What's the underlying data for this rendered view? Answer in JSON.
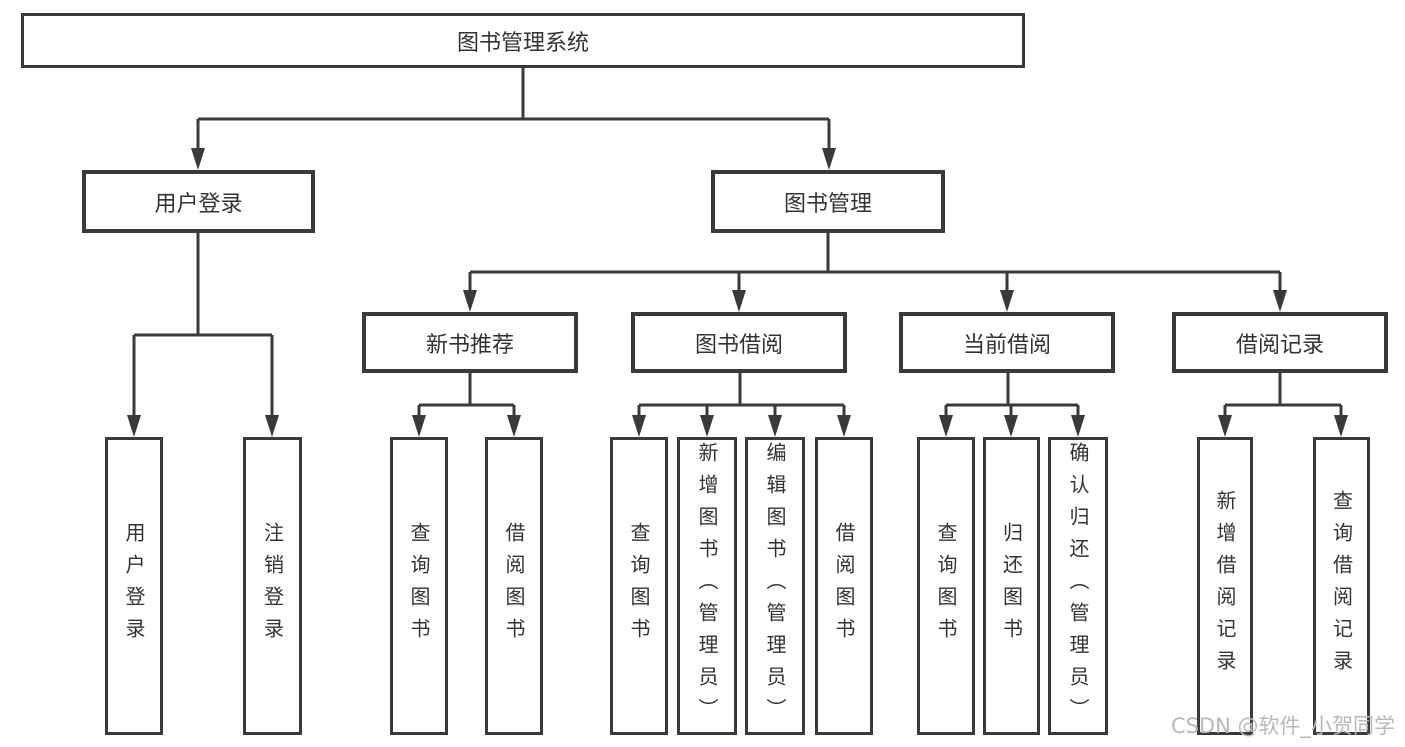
{
  "tree": {
    "root": {
      "label": "图书管理系统"
    },
    "branches": [
      {
        "label": "用户登录",
        "children": [
          {
            "label": "用户登录"
          },
          {
            "label": "注销登录"
          }
        ]
      },
      {
        "label": "图书管理",
        "groups": [
          {
            "label": "新书推荐",
            "children": [
              {
                "label": "查询图书"
              },
              {
                "label": "借阅图书"
              }
            ]
          },
          {
            "label": "图书借阅",
            "children": [
              {
                "label": "查询图书"
              },
              {
                "label": "新增图书（管理员）"
              },
              {
                "label": "编辑图书（管理员）"
              },
              {
                "label": "借阅图书"
              }
            ]
          },
          {
            "label": "当前借阅",
            "children": [
              {
                "label": "查询图书"
              },
              {
                "label": "归还图书"
              },
              {
                "label": "确认归还（管理员）"
              }
            ]
          },
          {
            "label": "借阅记录",
            "children": [
              {
                "label": "新增借阅记录"
              },
              {
                "label": "查询借阅记录"
              }
            ]
          }
        ]
      }
    ]
  },
  "watermark": {
    "text": "CSDN @软件_小贺同学"
  },
  "colors": {
    "line": "#3a3a3a",
    "text": "#333333",
    "box_background": "#ffffff",
    "watermark": "#b9b9b9",
    "page_background": "#ffffff"
  }
}
